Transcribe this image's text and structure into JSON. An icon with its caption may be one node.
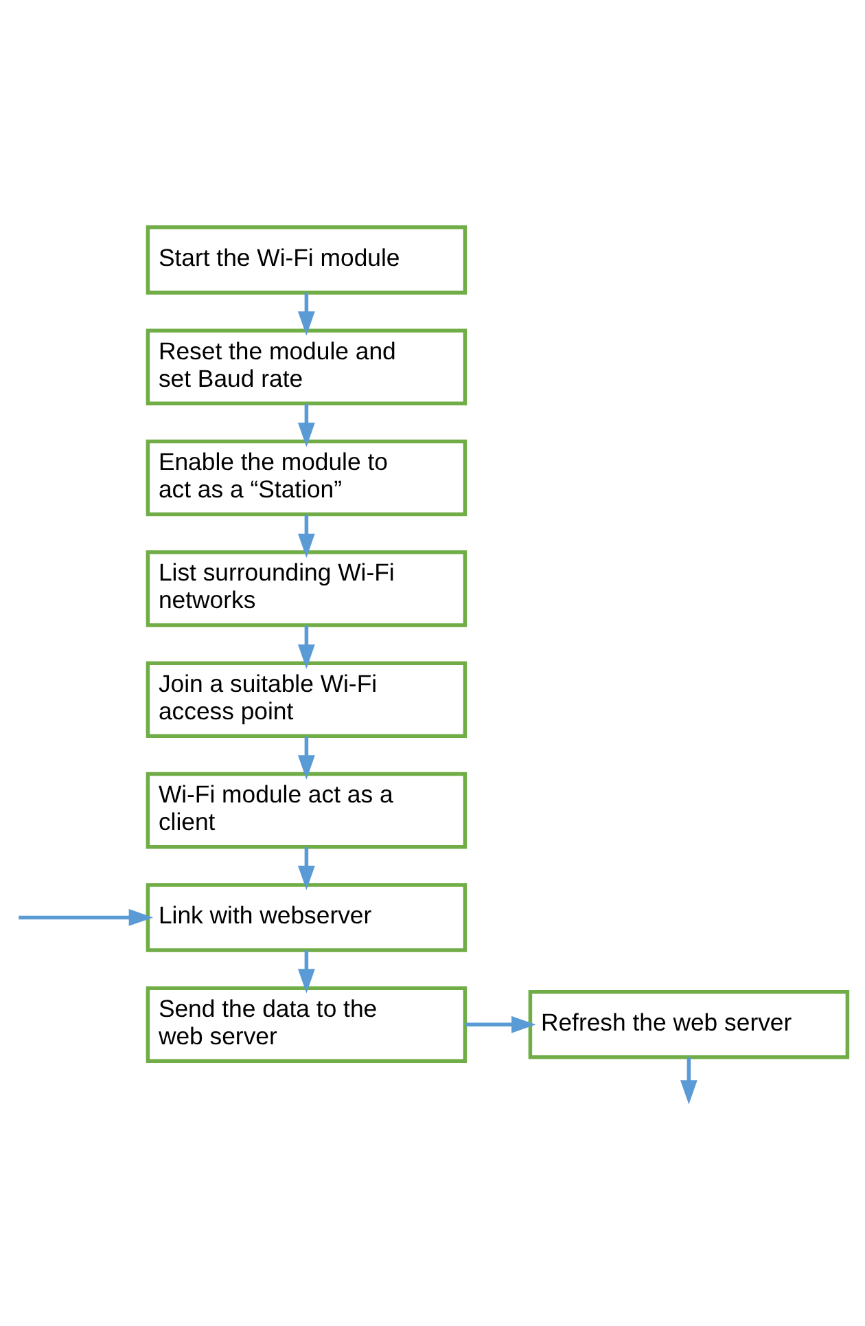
{
  "diagram": {
    "nodes": [
      {
        "text": [
          "Start the Wi-Fi module"
        ]
      },
      {
        "text": [
          "Reset the module and set Baud rate"
        ]
      },
      {
        "text": [
          "Enable the module to act as a “Station”"
        ]
      },
      {
        "text": [
          "List surrounding Wi-Fi networks"
        ]
      },
      {
        "text": [
          "Join a suitable Wi-Fi access point"
        ]
      },
      {
        "text": [
          "Wi-Fi module act as a client"
        ]
      },
      {
        "text": [
          "Link with webserver"
        ]
      },
      {
        "text": [
          "Send the data to the web server"
        ]
      },
      {
        "text": [
          "Refresh the web server"
        ]
      }
    ],
    "edges": [
      {
        "from": 0,
        "to": 1,
        "arrow": "to"
      },
      {
        "from": 1,
        "to": 2,
        "arrow": "to"
      },
      {
        "from": 2,
        "to": 3,
        "arrow": "to"
      },
      {
        "from": 3,
        "to": 4,
        "arrow": "to"
      },
      {
        "from": 4,
        "to": 5,
        "arrow": "to"
      },
      {
        "from": 5,
        "to": 6,
        "arrow": "to"
      },
      {
        "from": 6,
        "to": 7,
        "arrow": "to"
      },
      {
        "from": 7,
        "to": 8,
        "arrow": "to"
      },
      {
        "from": 8,
        "to": null,
        "arrow": "to"
      },
      {
        "from": null,
        "to": 6,
        "arrow": "to"
      }
    ]
  }
}
